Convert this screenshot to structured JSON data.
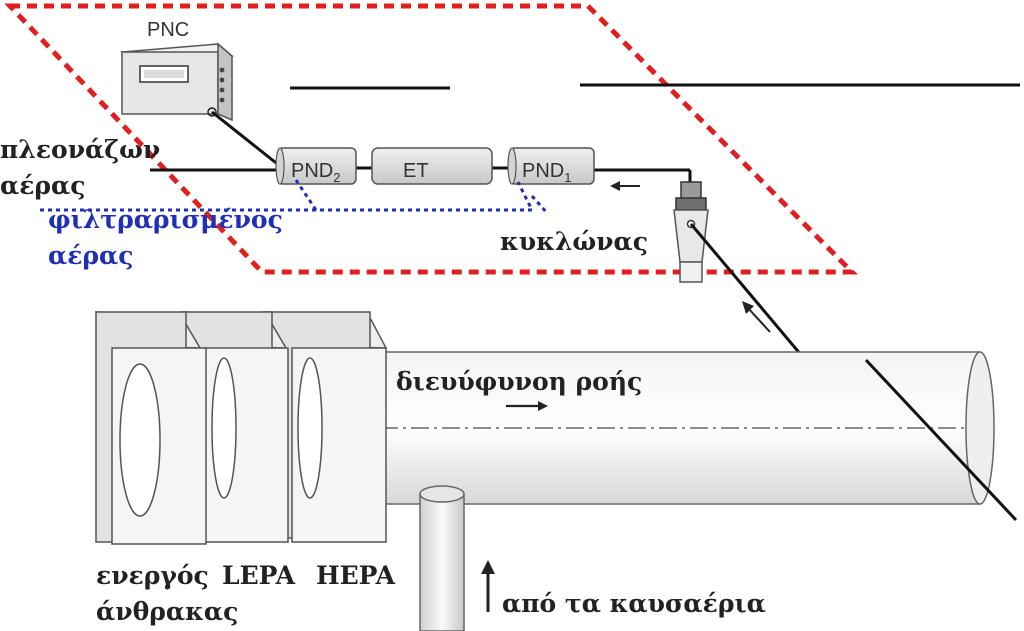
{
  "labels": {
    "pnc": "PNC",
    "pnd2_base": "PND",
    "pnd2_sub": "2",
    "et": "ET",
    "pnd1_base": "PND",
    "pnd1_sub": "1",
    "excess_air_line1": "πλεονάζων",
    "excess_air_line2": "αέρας",
    "filtered_air_line1": "φιλτραρισμένος",
    "filtered_air_line2": "αέρας",
    "cyclone": "κυκλώνας",
    "flow_direction": "διευύφυνοη ροής",
    "activated_carbon_line1": "ενεργός",
    "activated_carbon_line2": "άνθρακας",
    "lepa": "LEPA",
    "hepa": "HEPA",
    "from_exhaust": "από τα καυσαέρια"
  },
  "colors": {
    "dashed_boundary": "#e0201f",
    "filtered_line": "#1f2fb8",
    "filtered_text": "#1f2fb8",
    "text": "#222222",
    "equipment_fill": "#e4e4e4",
    "equipment_stroke": "#555555"
  }
}
